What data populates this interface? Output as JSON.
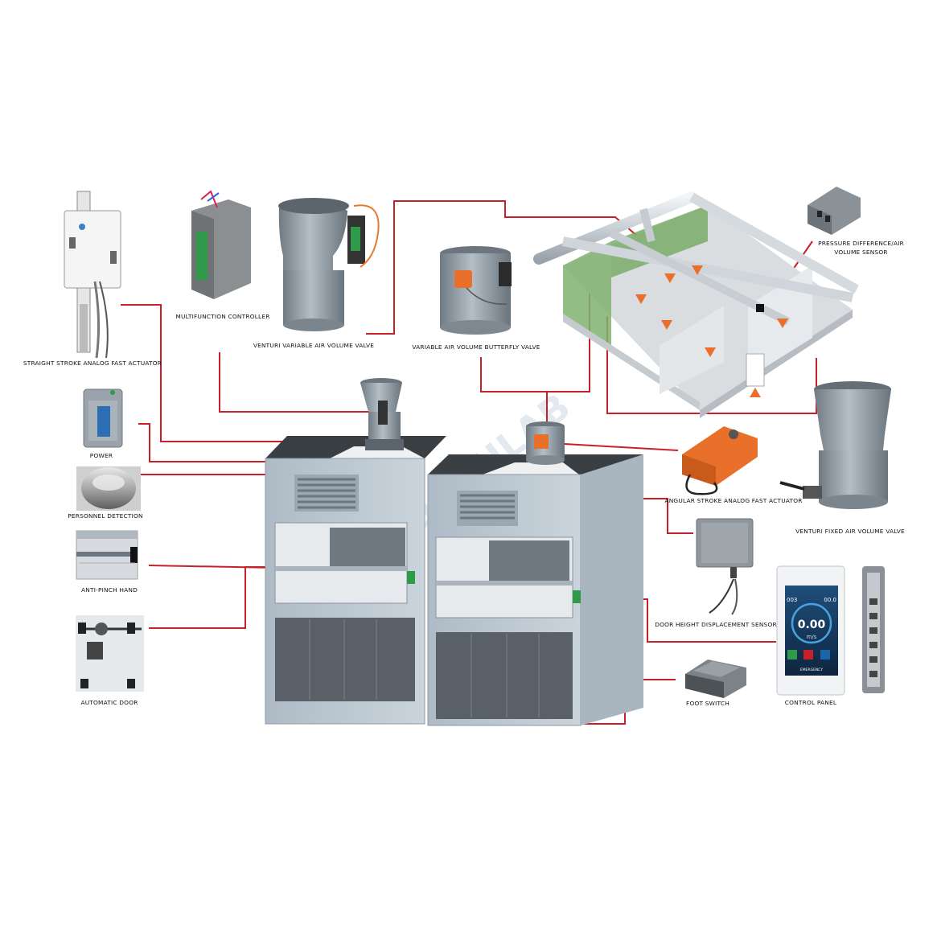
{
  "components": {
    "straight_stroke_actuator": "STRAIGHT STROKE ANALOG FAST ACTUATOR",
    "multifunction_controller": "MULTIFUNCTION CONTROLLER",
    "venturi_variable_valve": "VENTURI VARIABLE AIR VOLUME VALVE",
    "butterfly_valve": "VARIABLE AIR VOLUME BUTTERFLY VALVE",
    "pressure_sensor": "PRESSURE DIFFERENCE/AIR VOLUME SENSOR",
    "power": "POWER",
    "personnel_detection": "PERSONNEL DETECTION",
    "anti_pinch_hand": "ANTI-PINCH HAND",
    "automatic_door": "AUTOMATIC DOOR",
    "angular_stroke_actuator": "ANGULAR STROKE ANALOG FAST ACTUATOR",
    "venturi_fixed_valve": "VENTURI FIXED AIR VOLUME VALVE",
    "door_height_sensor": "DOOR HEIGHT DISPLACEMENT SENSOR",
    "foot_switch": "FOOT SWITCH",
    "control_panel": "CONTROL PANEL"
  },
  "control_panel_screen": {
    "left_value": "003",
    "right_value": "00.0",
    "reading": "0.00",
    "unit": "m/s",
    "emergency": "EMERGENCY"
  },
  "watermark": "GUOPULAB",
  "colors": {
    "connector": "#c8202a",
    "cabinet": "#bcc8d2",
    "glass": "#2e9a4a",
    "valve": "#8f9aa3",
    "actuator": "#e8702a"
  }
}
